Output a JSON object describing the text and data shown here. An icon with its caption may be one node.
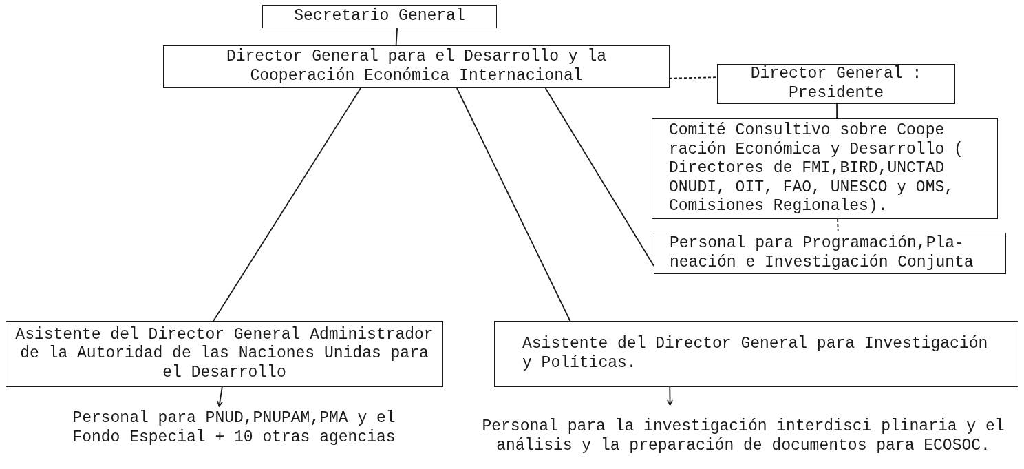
{
  "diagram": {
    "nodes": [
      {
        "text": [
          "Secretario General"
        ]
      },
      {
        "text": [
          "Director General para el Desarrollo y la Cooperación Económica Internacional"
        ]
      },
      {
        "text": [
          "Director General : Presidente"
        ]
      },
      {
        "text": [
          "Comité Consultivo sobre Coope ración Económica y Desarrollo ( Directores de FMI,BIRD,UNCTAD ONUDI, OIT, FAO, UNESCO y OMS, Comisiones Regionales)."
        ]
      },
      {
        "text": [
          "Personal para Programación,Pla- neación e Investigación Conjunta"
        ]
      },
      {
        "text": [
          "Asistente del Director General Administrador de la Autoridad de las Naciones Unidas para el Desarrollo"
        ]
      },
      {
        "text": [
          "Asistente del Director General para Investigación y Políticas."
        ]
      },
      {
        "text": [
          "Personal para PNUD,PNUPAM,PMA y el Fondo Especial + 10 otras agencias"
        ]
      },
      {
        "text": [
          "Personal para la investigación interdisci plinaria y el análisis y la preparación de documentos para ECOSOC."
        ]
      }
    ],
    "edges": [
      {
        "from": 0,
        "to": 1,
        "arrow": "none"
      },
      {
        "from": 1,
        "to": 2,
        "arrow": "none",
        "style": "dashed"
      },
      {
        "from": 2,
        "to": 3,
        "arrow": "none"
      },
      {
        "from": 3,
        "to": 4,
        "arrow": "none",
        "style": "dashed"
      },
      {
        "from": 1,
        "to": 5,
        "arrow": "none"
      },
      {
        "from": 1,
        "to": 6,
        "arrow": "none"
      },
      {
        "from": 1,
        "to": 4,
        "arrow": "none"
      },
      {
        "from": 5,
        "to": 7,
        "arrow": "to"
      },
      {
        "from": 6,
        "to": 8,
        "arrow": "to"
      }
    ]
  }
}
